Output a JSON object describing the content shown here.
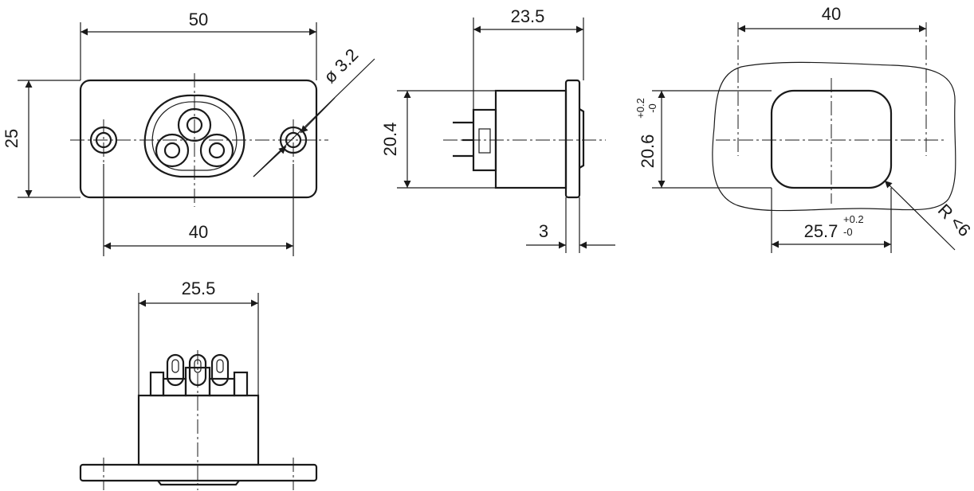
{
  "views": {
    "front": {
      "width": "50",
      "height": "25",
      "hole_spacing": "40",
      "hole_diameter": "ø 3.2"
    },
    "side": {
      "depth": "23.5",
      "body_height": "20.4",
      "flange_thickness": "3"
    },
    "cutout": {
      "hole_spacing": "40",
      "height": "20.6",
      "height_tol_upper": "+0.2",
      "height_tol_lower": "-0",
      "width": "25.7",
      "width_tol_upper": "+0.2",
      "width_tol_lower": "-0",
      "corner_radius": "R <6"
    },
    "bottom": {
      "body_width": "25.5"
    }
  },
  "colors": {
    "line": "#1a1a1a",
    "background": "#ffffff"
  }
}
